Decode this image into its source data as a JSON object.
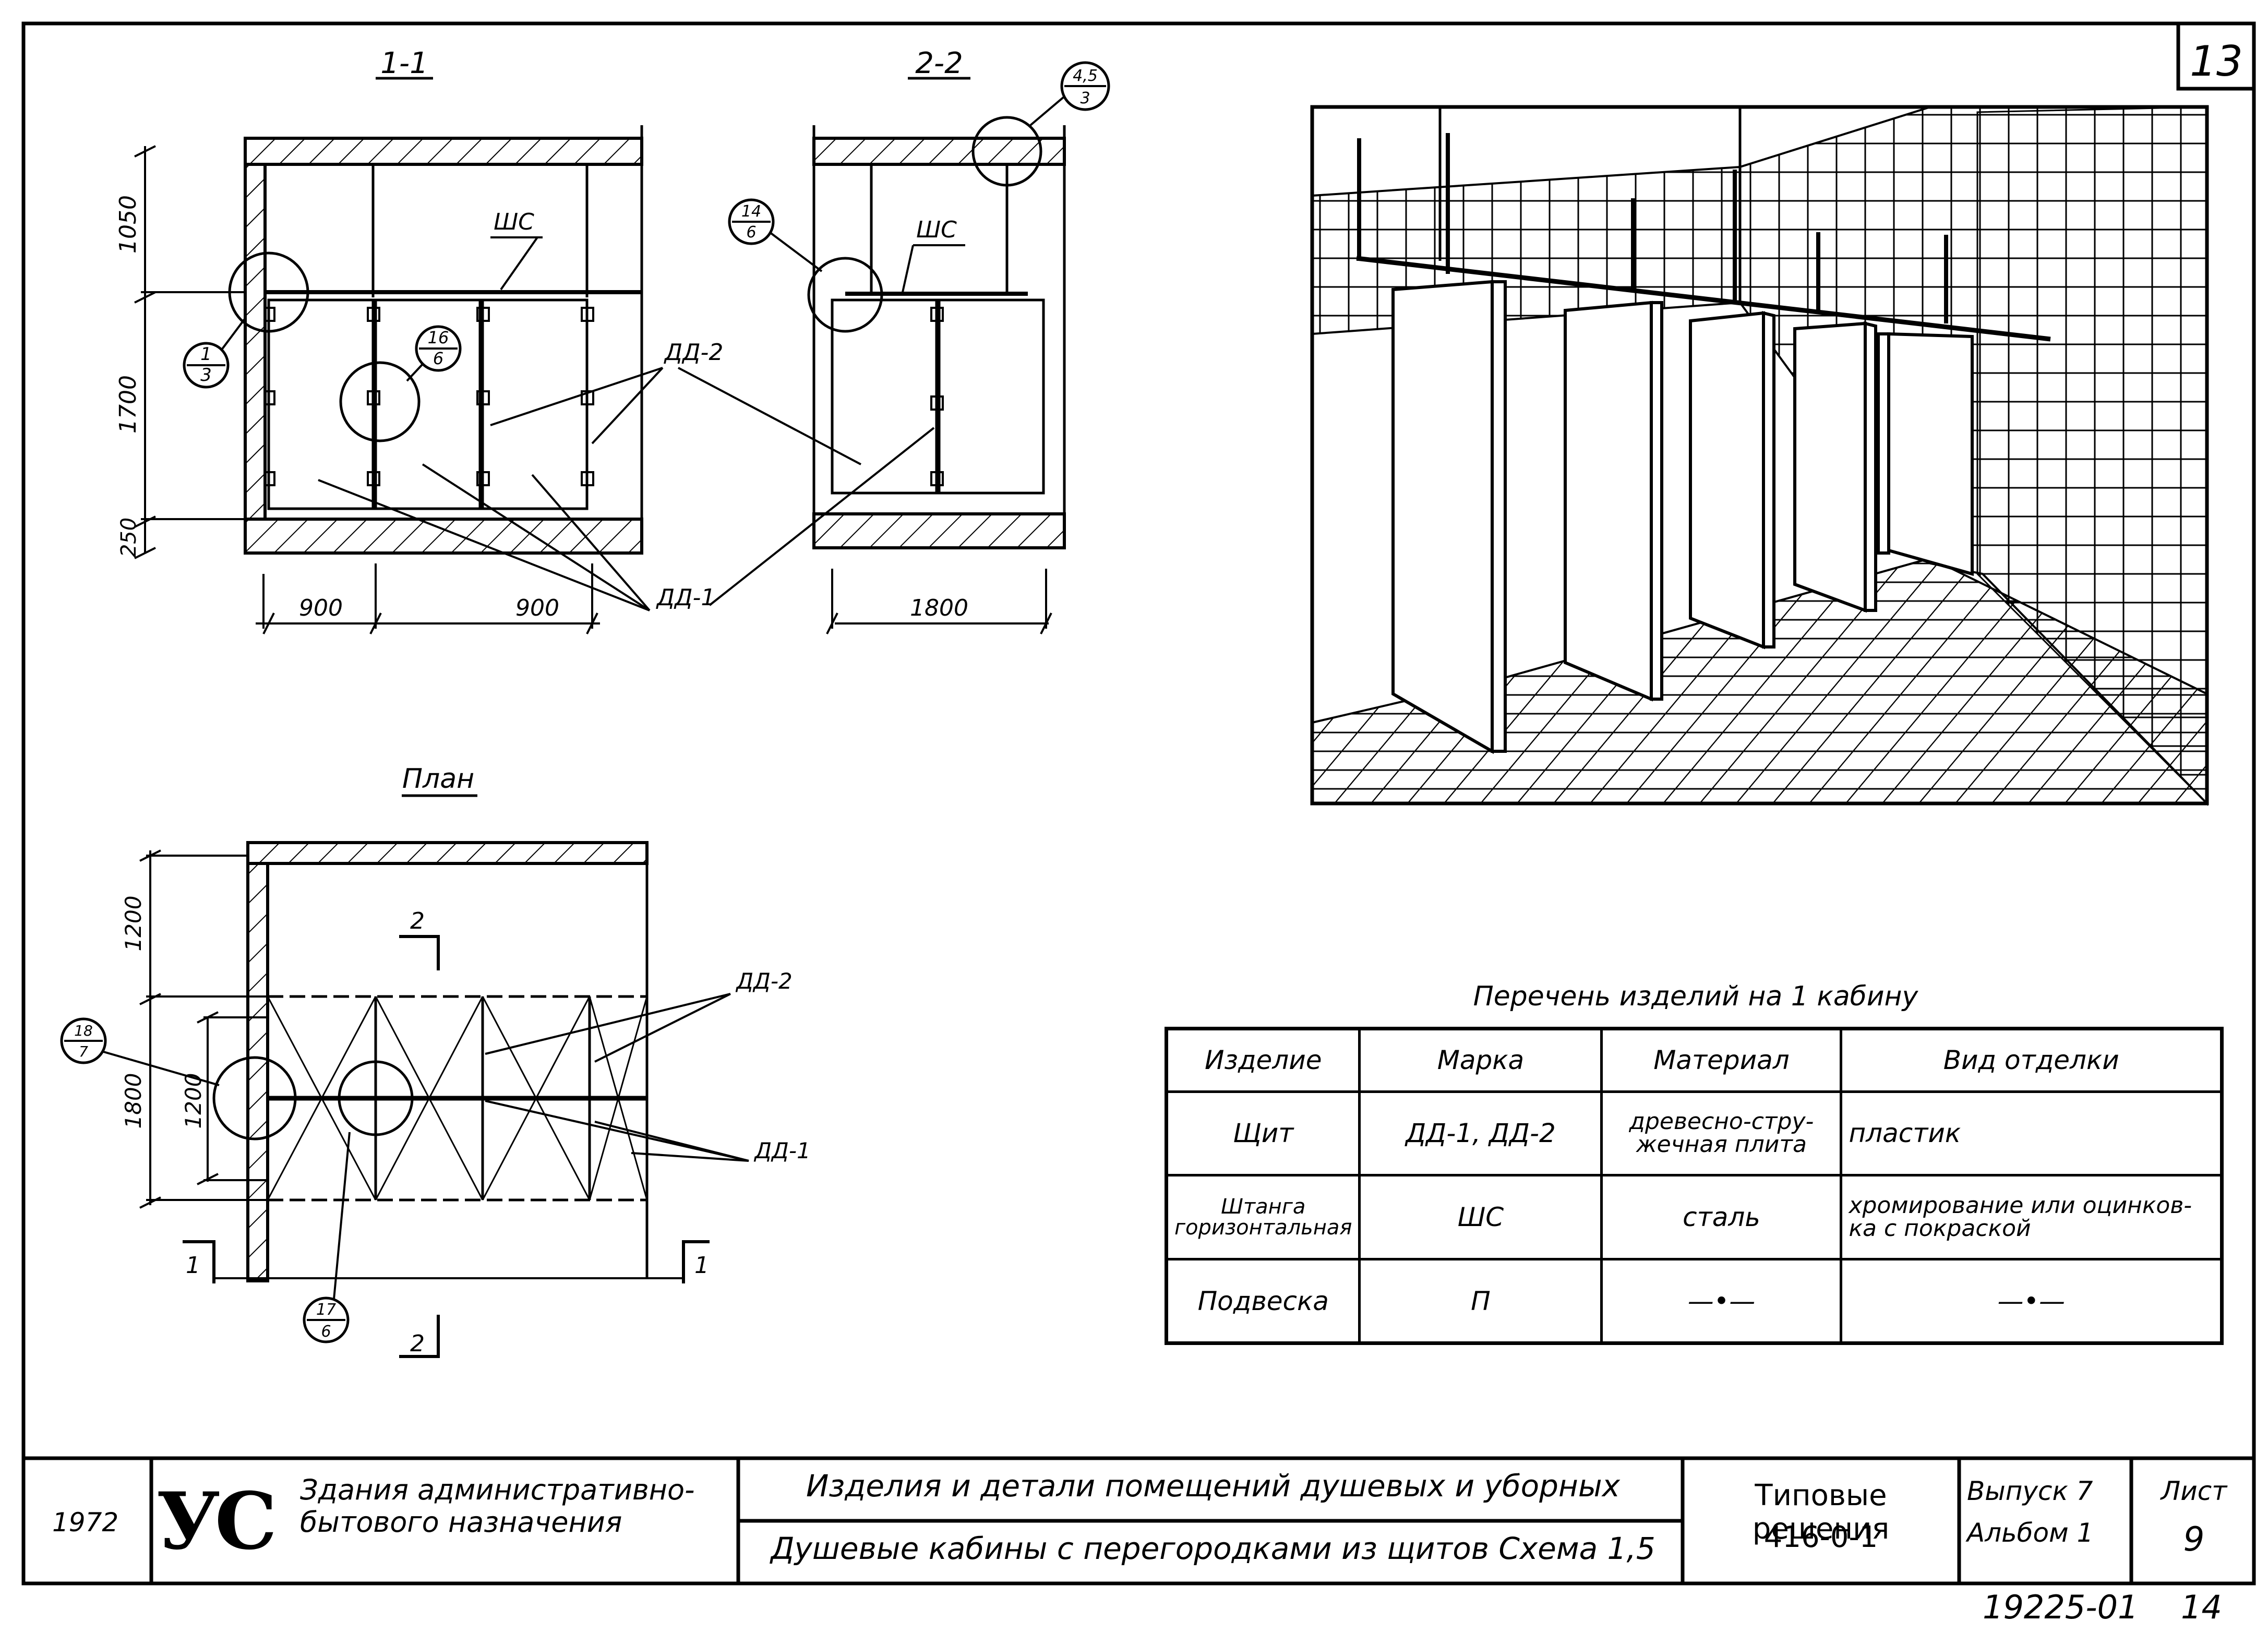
{
  "sheet": {
    "page_number": "13",
    "archive_number": "19225-01",
    "archive_page": "14"
  },
  "section_1_1": {
    "title": "1-1",
    "dims_vertical": [
      "1050",
      "1700",
      "250"
    ],
    "dims_horizontal": [
      "900",
      "900"
    ],
    "label_ws": "ШС",
    "label_dd1": "ДД-1",
    "label_dd2": "ДД-2",
    "callout_1": {
      "top": "1",
      "bottom": "3"
    },
    "callout_2": {
      "top": "16",
      "bottom": "6"
    }
  },
  "section_2_2": {
    "title": "2-2",
    "dims_horizontal": [
      "1800"
    ],
    "label_ws": "ШС",
    "callout_1": {
      "top": "14",
      "bottom": "6"
    },
    "callout_2": {
      "top": "4,5",
      "bottom": "3"
    }
  },
  "plan": {
    "title": "План",
    "dims_vertical": [
      "1200",
      "1800",
      "1200"
    ],
    "label_dd1": "ДД-1",
    "label_dd2": "ДД-2",
    "cut_1": "1",
    "cut_2": "2",
    "callout_1": {
      "top": "18",
      "bottom": "7"
    },
    "callout_2": {
      "top": "17",
      "bottom": "6"
    }
  },
  "spec_table": {
    "caption": "Перечень изделий на 1 кабину",
    "headers": [
      "Изделие",
      "Марка",
      "Материал",
      "Вид отделки"
    ],
    "rows": [
      [
        "Щит",
        "ДД-1, ДД-2",
        "древесно-стру-жечная плита",
        "пластик"
      ],
      [
        "Штанга горизонтальная",
        "ШС",
        "сталь",
        "хромирование или оцинков-ка с покраской"
      ],
      [
        "Подвеска",
        "П",
        "—•—",
        "—•—"
      ]
    ]
  },
  "title_block": {
    "year": "1972",
    "logo": "УС",
    "building": "Здания административно-бытового назначения",
    "title_line1": "Изделия и детали помещений душевых и уборных",
    "title_line2": "Душевые кабины с перегородками из щитов Схема 1,5",
    "series_label": "Типовые решения",
    "series_number": "416-0-1",
    "issue": "Выпуск 7",
    "album": "Альбом 1",
    "sheet_label": "Лист",
    "sheet_number": "9"
  }
}
